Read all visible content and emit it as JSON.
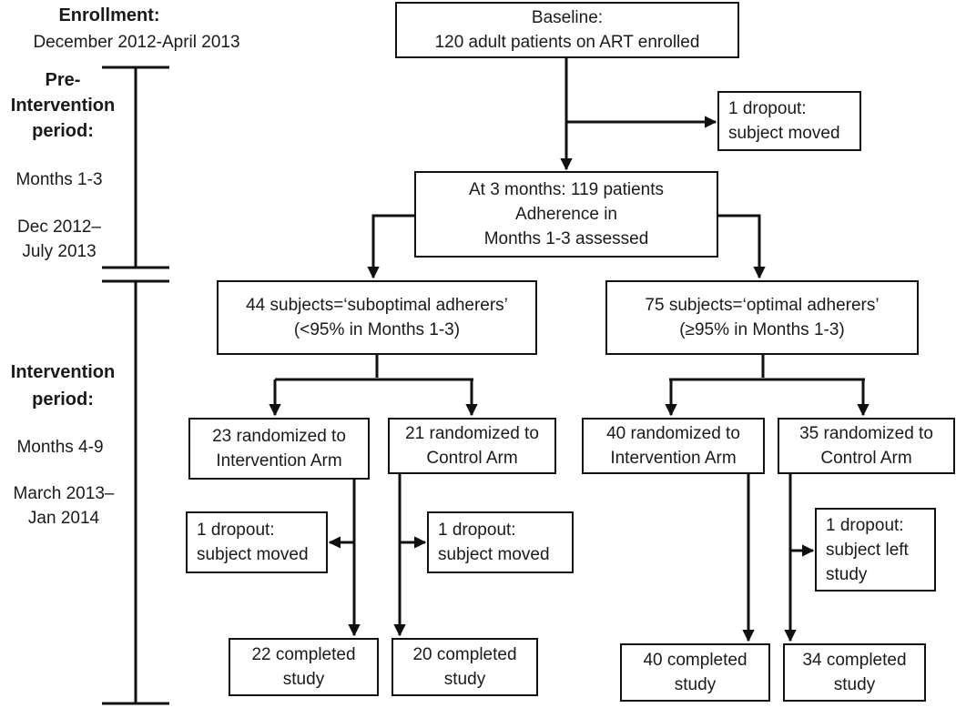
{
  "timeline": {
    "enrollment_heading": "Enrollment:",
    "enrollment_dates": "December  2012-April 2013",
    "pre_heading": [
      "Pre-",
      "Intervention",
      "period:"
    ],
    "pre_months": "Months 1-3",
    "pre_dates": [
      "Dec 2012–",
      "July 2013"
    ],
    "int_heading": [
      "Intervention",
      "period:"
    ],
    "int_months": "Months 4-9",
    "int_dates": [
      "March 2013–",
      "Jan 2014"
    ]
  },
  "boxes": {
    "baseline": [
      "Baseline:",
      "120 adult patients on ART enrolled"
    ],
    "dropout_baseline": [
      "1 dropout:",
      "subject moved"
    ],
    "three_months": [
      "At 3 months: 119 patients",
      "Adherence in",
      "Months 1-3 assessed"
    ],
    "suboptimal": [
      "44 subjects=‘suboptimal  adherers’",
      "(<95% in Months 1-3)"
    ],
    "optimal": [
      "75 subjects=‘optimal adherers’",
      "(≥95% in Months 1-3)"
    ],
    "sub_intervention": [
      "23 randomized to",
      "Intervention Arm"
    ],
    "sub_control": [
      "21 randomized to",
      "Control Arm"
    ],
    "opt_intervention": [
      "40 randomized to",
      "Intervention Arm"
    ],
    "opt_control": [
      "35 randomized to",
      "Control Arm"
    ],
    "dropout_sub_intervention": [
      "1 dropout:",
      "subject moved"
    ],
    "dropout_sub_control": [
      "1 dropout:",
      "subject moved"
    ],
    "dropout_opt_control": [
      "1 dropout:",
      "subject left",
      "study"
    ],
    "completed_sub_intervention": [
      "22 completed",
      "study"
    ],
    "completed_sub_control": [
      "20 completed",
      "study"
    ],
    "completed_opt_intervention": [
      "40 completed",
      "study"
    ],
    "completed_opt_control": [
      "34 completed",
      "study"
    ]
  },
  "colors": {
    "line": "#111111",
    "text": "#1a1a1a"
  }
}
